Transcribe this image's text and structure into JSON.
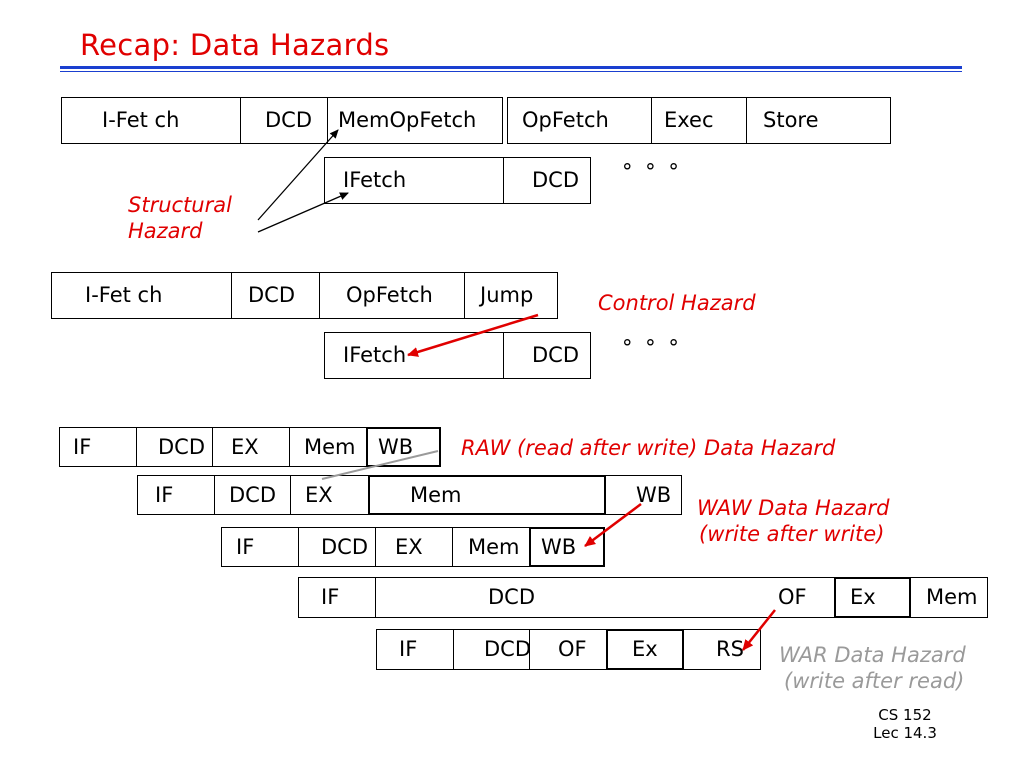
{
  "title": "Recap: Data Hazards",
  "structural": {
    "pipe1": [
      "I-Fet ch",
      "DCD",
      "MemOpFetch",
      "OpFetch",
      "Exec",
      "Store"
    ],
    "pipe2": [
      "IFetch",
      "DCD"
    ],
    "dots": "° ° °",
    "label_line1": "Structural",
    "label_line2": "Hazard"
  },
  "control": {
    "pipe1": [
      "I-Fet ch",
      "DCD",
      "OpFetch",
      "Jump"
    ],
    "pipe2": [
      "IFetch",
      "DCD"
    ],
    "dots": "° ° °",
    "label": "Control Hazard"
  },
  "data_pipes": {
    "row1": [
      "IF",
      "DCD",
      "EX",
      "Mem",
      "WB"
    ],
    "row2": [
      "IF",
      "DCD",
      "EX",
      "Mem",
      "WB"
    ],
    "row3": [
      "IF",
      "DCD",
      "EX",
      "Mem",
      "WB"
    ],
    "row4": [
      "IF",
      "DCD",
      "OF",
      "Ex",
      "Mem"
    ],
    "row5": [
      "IF",
      "DCD",
      "OF",
      "Ex",
      "RS"
    ]
  },
  "labels": {
    "raw": "RAW (read after write) Data Hazard",
    "waw_line1": "WAW Data Hazard",
    "waw_line2": "(write after write)",
    "war_line1": "WAR Data Hazard",
    "war_line2": "(write after read)"
  },
  "footer": {
    "course": "CS 152",
    "lecture": "Lec 14.3"
  },
  "colors": {
    "title": "#e00000",
    "rule": "#1a3fd0",
    "hazard_label": "#e00000",
    "war_label": "#9a9a9a",
    "arrow": "#e00000"
  }
}
